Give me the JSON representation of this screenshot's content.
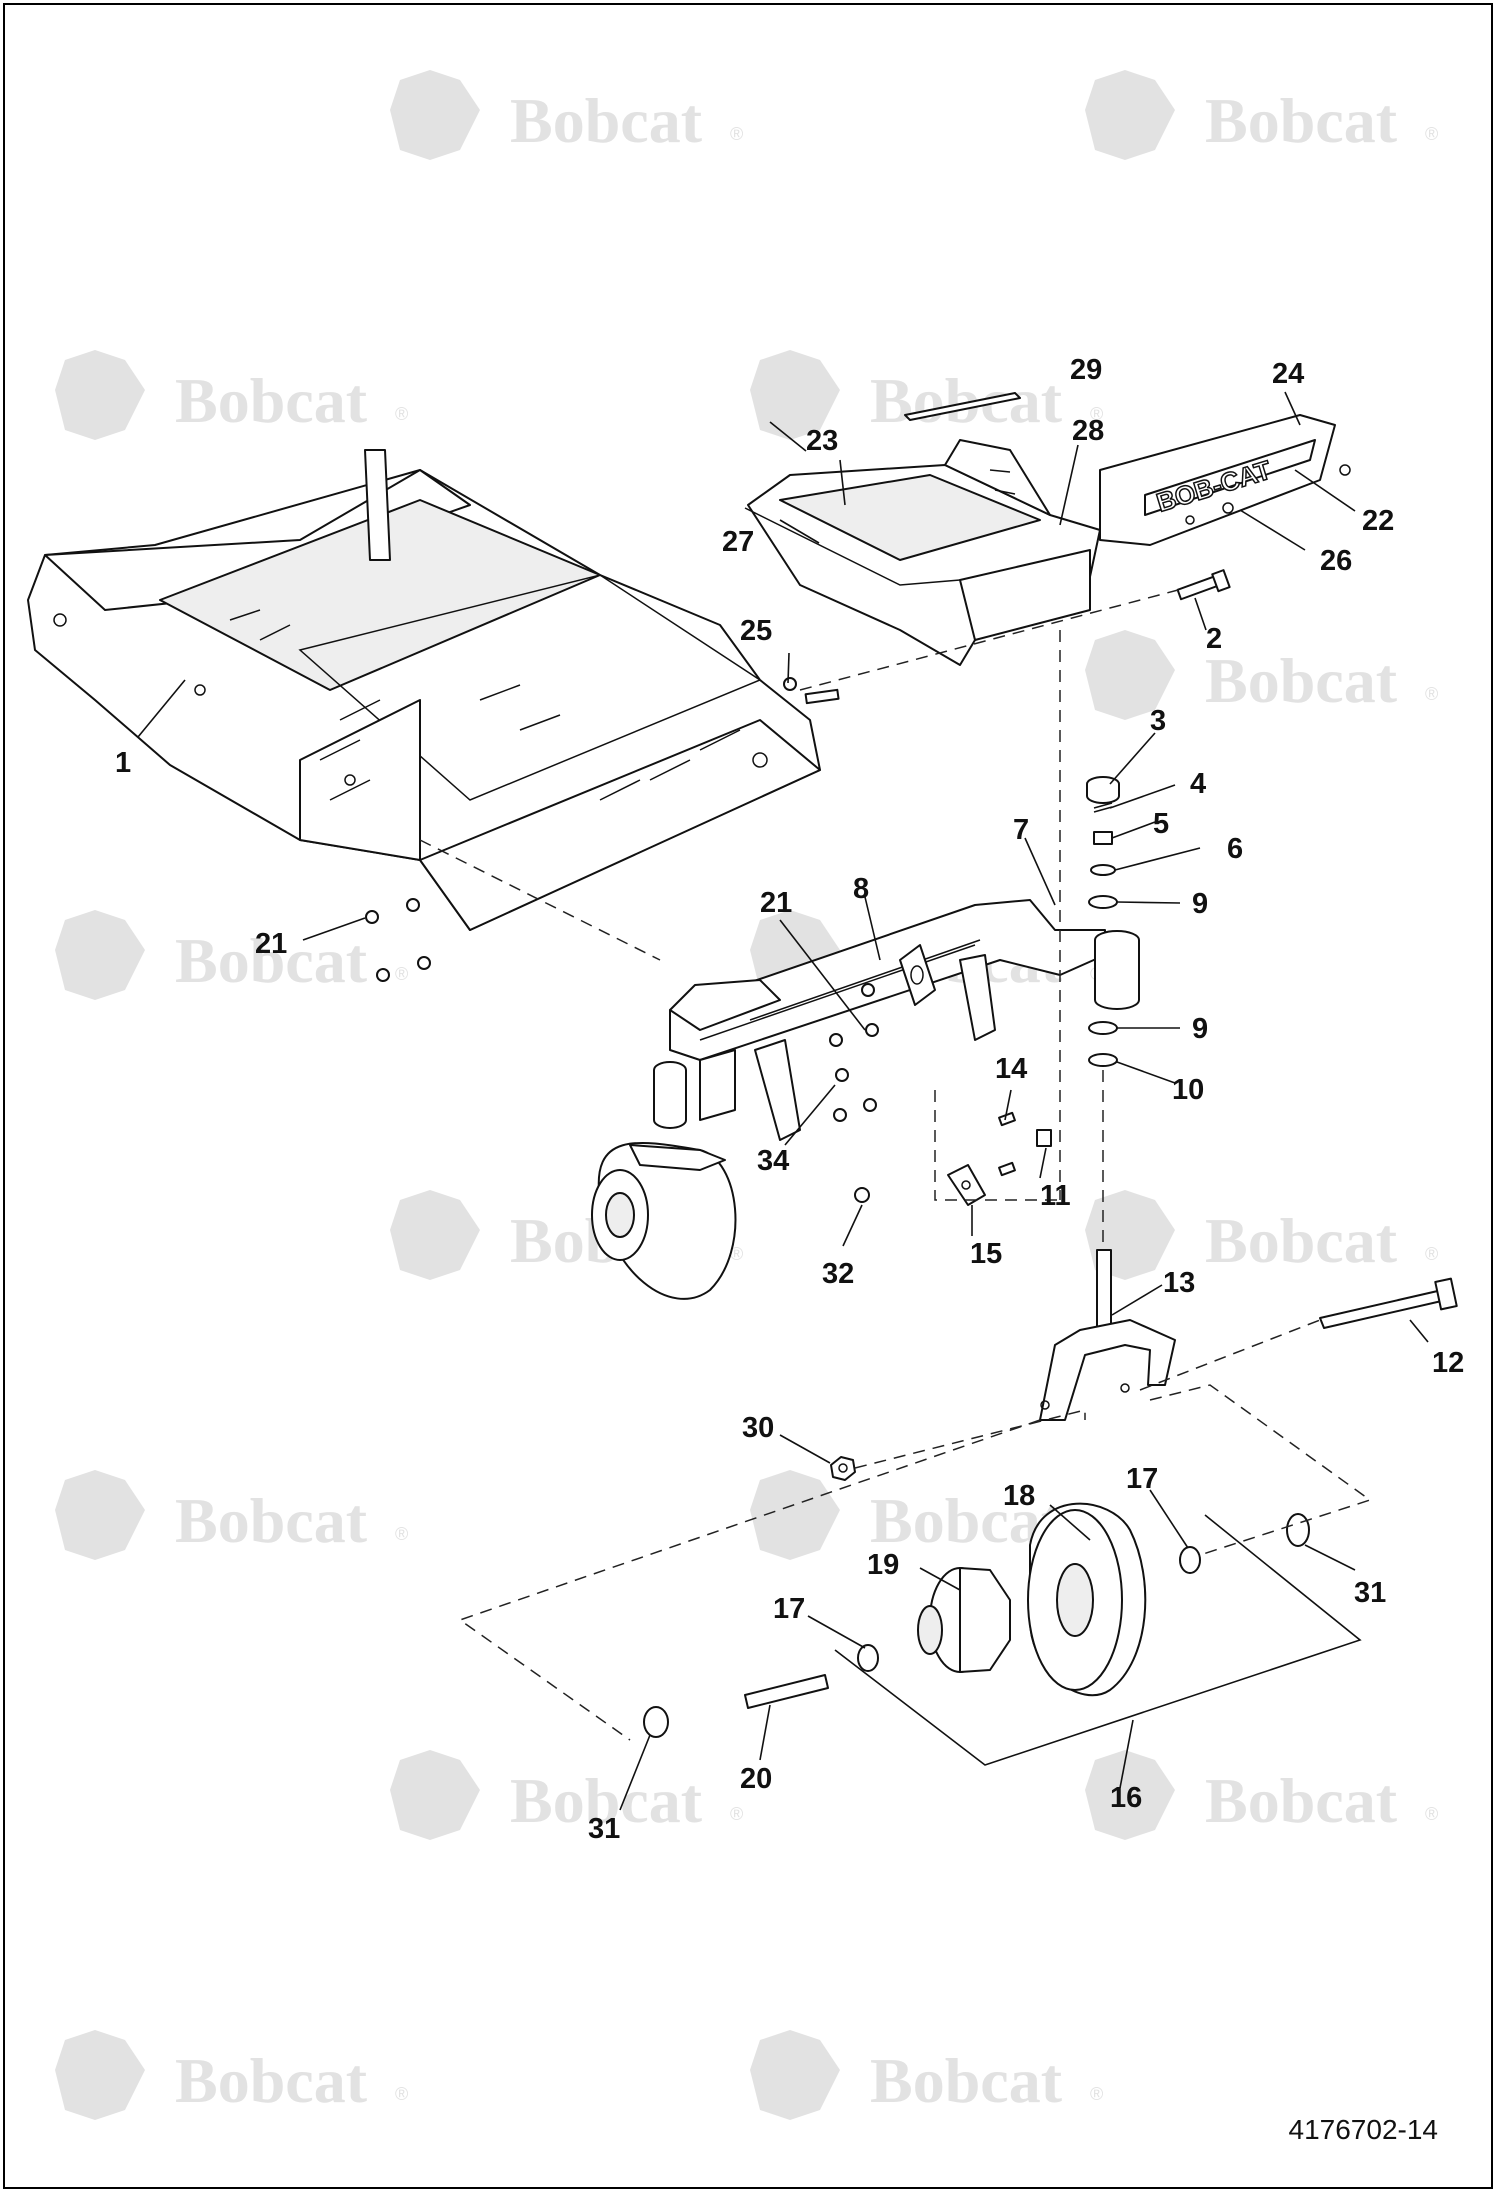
{
  "watermark": {
    "brand": "Bobcat",
    "registered": "®"
  },
  "drawing_number": "4176702-14",
  "callouts": {
    "c1": "1",
    "c2": "2",
    "c3": "3",
    "c4": "4",
    "c5": "5",
    "c6": "6",
    "c7": "7",
    "c8": "8",
    "c9a": "9",
    "c9b": "9",
    "c10": "10",
    "c11": "11",
    "c12": "12",
    "c13": "13",
    "c14": "14",
    "c15": "15",
    "c16": "16",
    "c17a": "17",
    "c17b": "17",
    "c18": "18",
    "c19": "19",
    "c20": "20",
    "c21a": "21",
    "c21b": "21",
    "c22": "22",
    "c23": "23",
    "c24": "24",
    "c25": "25",
    "c26": "26",
    "c27": "27",
    "c28": "28",
    "c29": "29",
    "c30": "30",
    "c31a": "31",
    "c31b": "31",
    "c32": "32",
    "c34": "34"
  },
  "decal_text": "BOB-CAT"
}
